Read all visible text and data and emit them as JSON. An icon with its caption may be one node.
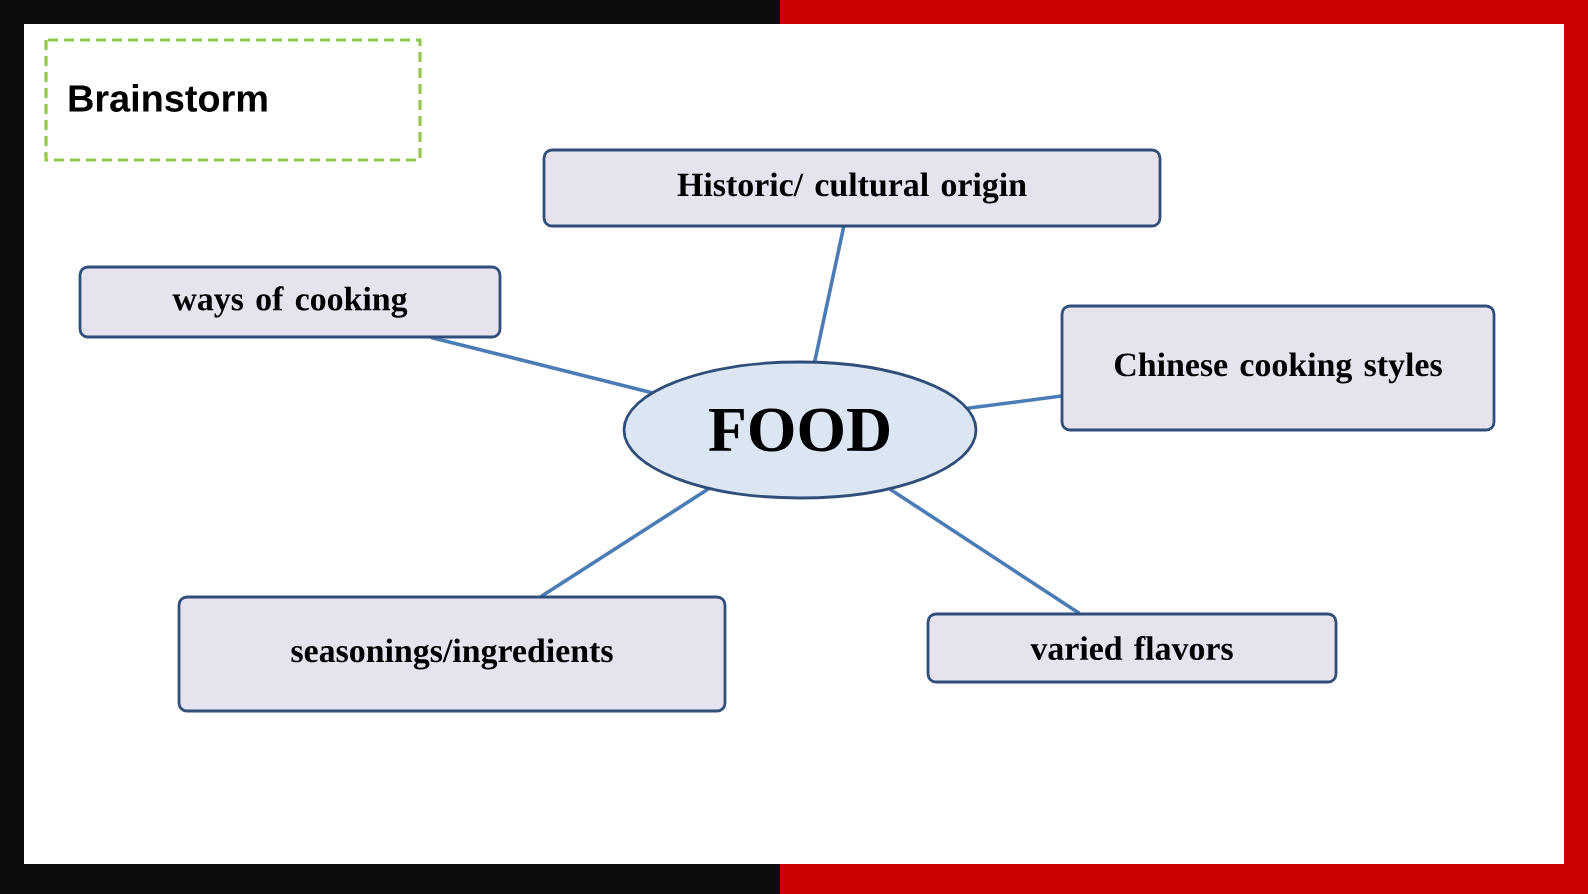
{
  "diagram": {
    "title": "Brainstorm",
    "nodes": [
      {
        "text": [
          "FOOD"
        ]
      },
      {
        "text": [
          "Historic/ cultural origin"
        ]
      },
      {
        "text": [
          "ways of cooking"
        ]
      },
      {
        "text": [
          "Chinese cooking styles"
        ]
      },
      {
        "text": [
          "seasonings/ingredients"
        ]
      },
      {
        "text": [
          "varied flavors"
        ]
      }
    ],
    "edges": [
      {
        "from": 0,
        "to": 1,
        "arrow": "none"
      },
      {
        "from": 0,
        "to": 2,
        "arrow": "none"
      },
      {
        "from": 0,
        "to": 3,
        "arrow": "none"
      },
      {
        "from": 0,
        "to": 4,
        "arrow": "none"
      },
      {
        "from": 0,
        "to": 5,
        "arrow": "none"
      }
    ]
  }
}
